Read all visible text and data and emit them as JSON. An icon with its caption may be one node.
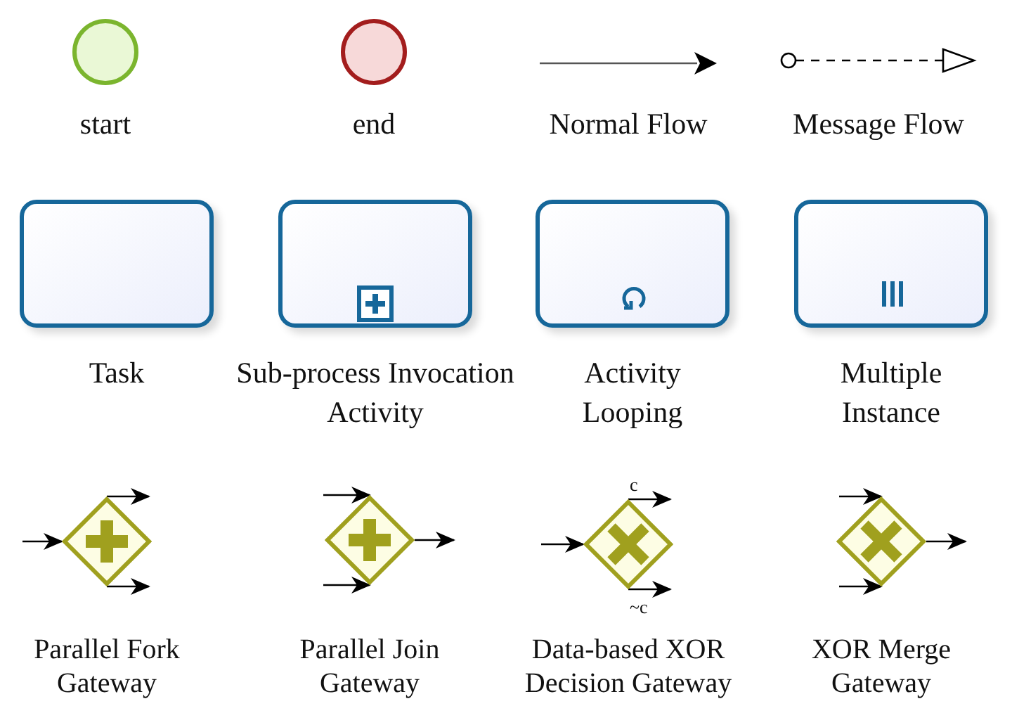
{
  "diagram": {
    "nodes": [
      {
        "text": [
          "start"
        ]
      },
      {
        "text": [
          "end"
        ]
      },
      {
        "text": [
          "Task"
        ]
      },
      {
        "text": [
          "Sub-process Invocation Activity"
        ]
      },
      {
        "text": [
          "Activity Looping"
        ]
      },
      {
        "text": [
          "Multiple Instance"
        ]
      },
      {
        "text": [
          "Parallel Fork Gateway"
        ]
      },
      {
        "text": [
          "Parallel Join Gateway"
        ]
      },
      {
        "text": [
          "Data-based XOR Decision Gateway"
        ]
      },
      {
        "text": [
          "XOR Merge Gateway"
        ]
      }
    ],
    "edges": [
      {
        "from": null,
        "to": 6,
        "arrow": "to"
      },
      {
        "from": 6,
        "to": null,
        "arrow": "to"
      },
      {
        "from": 6,
        "to": null,
        "arrow": "to"
      },
      {
        "from": null,
        "to": 7,
        "arrow": "to"
      },
      {
        "from": null,
        "to": 7,
        "arrow": "to"
      },
      {
        "from": 7,
        "to": null,
        "arrow": "to"
      },
      {
        "from": null,
        "to": 8,
        "arrow": "to"
      },
      {
        "from": 8,
        "to": null,
        "arrow": "to",
        "label": "c"
      },
      {
        "from": 8,
        "to": null,
        "arrow": "to",
        "label": "~c"
      },
      {
        "from": null,
        "to": 9,
        "arrow": "to"
      },
      {
        "from": null,
        "to": 9,
        "arrow": "to"
      },
      {
        "from": 9,
        "to": null,
        "arrow": "to"
      }
    ],
    "legend": [
      {
        "text": "Normal Flow"
      },
      {
        "text": "Message Flow"
      }
    ]
  }
}
